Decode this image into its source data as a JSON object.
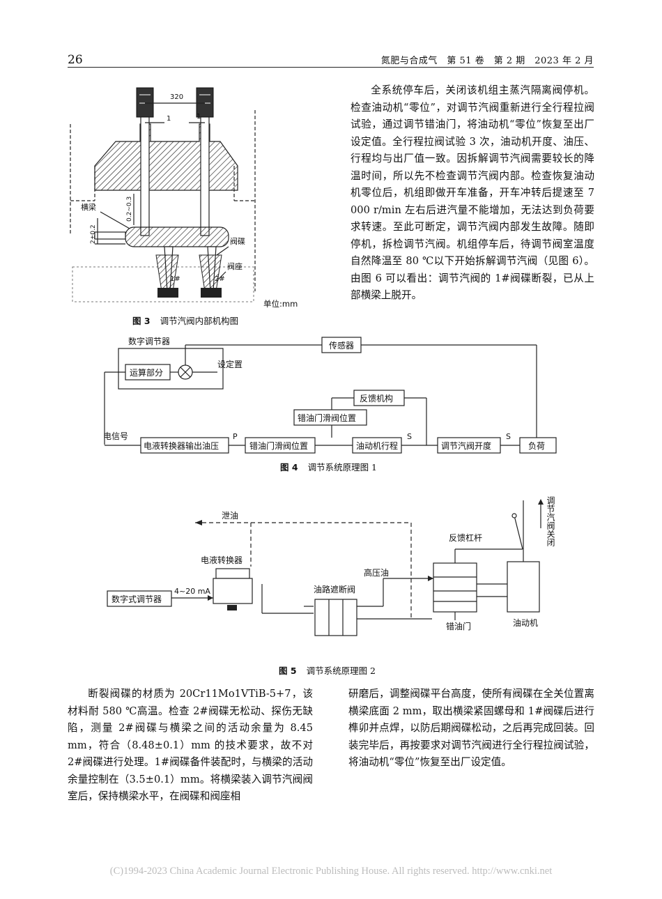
{
  "header": {
    "page_number": "26",
    "journal": "氮肥与合成气　第 51 卷　第 2 期　2023 年 2 月"
  },
  "fig3": {
    "caption_num": "图 3",
    "caption_text": "调节汽阀内部机构图",
    "labels": {
      "dim_320": "320",
      "dim_1_left": "1",
      "dim_1_right": "1",
      "dim_gap": "0.2~0.3",
      "dim_2": "2±0.2",
      "crossbeam": "横梁",
      "disc": "阀碟",
      "seat": "阀座",
      "disc1": "1#",
      "disc2": "2#",
      "unit": "单位:mm"
    }
  },
  "text_right": "全系统停车后，关闭该机组主蒸汽隔离阀停机。检查油动机“零位”，对调节汽阀重新进行全行程拉阀试验，通过调节错油门，将油动机“零位”恢复至出厂设定值。全行程拉阀试验 3 次，油动机开度、油压、行程均与出厂值一致。因拆解调节汽阀需要较长的降温时间，所以先不检查调节汽阀内部。检查恢复油动机零位后，机组即做开车准备，开车冲转后提速至 7 000 r/min 左右后进汽量不能增加，无法达到负荷要求转速。至此可断定，调节汽阀内部发生故障。随即停机，拆检调节汽阀。机组停车后，待调节阀室温度自然降温至 80 ℃以下开始拆解调节汽阀（见图 6）。由图 6 可以看出：调节汽阀的 1#阀碟断裂，已从上部横梁上脱开。",
  "fig4": {
    "caption_num": "图 4",
    "caption_text": "调节系统原理图 1",
    "labels": {
      "digital_regulator": "数字调节器",
      "compute": "运算部分",
      "setpoint": "设定置",
      "sensor": "传感器",
      "feedback": "反馈机构",
      "slide_pos_feedback": "错油门滑阀位置",
      "elec_signal": "电信号",
      "eh_converter": "电液转换器输出油压",
      "p": "P",
      "slide_pos": "错油门滑阀位置",
      "servo_stroke": "油动机行程",
      "s1": "S",
      "valve_opening": "调节汽阀开度",
      "s2": "S",
      "load": "负荷"
    }
  },
  "fig5": {
    "caption_num": "图 5",
    "caption_text": "调节系统原理图 2",
    "labels": {
      "drain": "泄油",
      "eh_converter": "电液转换器",
      "digital_regulator": "数字式调节器",
      "current": "4~20 mA",
      "shutoff": "油路遮断阀",
      "hp_oil": "高压油",
      "feedback_lever": "反馈杠杆",
      "pilot_valve": "错油门",
      "servo": "油动机",
      "valve_close": "调节汽阀关闭"
    }
  },
  "text_bottom_left": "断裂阀碟的材质为 20Cr11Mo1VTiB-5+7，该材料耐 580 ℃高温。检查 2#阀碟无松动、探伤无缺陷，测量 2#阀碟与横梁之间的活动余量为 8.45 mm，符合（8.48±0.1）mm 的技术要求，故不对 2#阀碟进行处理。1#阀碟备件装配时，与横梁的活动余量控制在（3.5±0.1）mm。将横梁装入调节汽阀阀室后，保持横梁水平，在阀碟和阀座相",
  "text_bottom_right": "研磨后，调整阀碟平台高度，使所有阀碟在全关位置离横梁底面 2 mm，取出横梁紧固螺母和 1#阀碟后进行榫卯并点焊，以防后期阀碟松动，之后再完成回装。回装完毕后，再按要求对调节汽阀进行全行程拉阀试验，将油动机“零位”恢复至出厂设定值。",
  "footer": "(C)1994-2023 China Academic Journal Electronic Publishing House. All rights reserved.    http://www.cnki.net"
}
